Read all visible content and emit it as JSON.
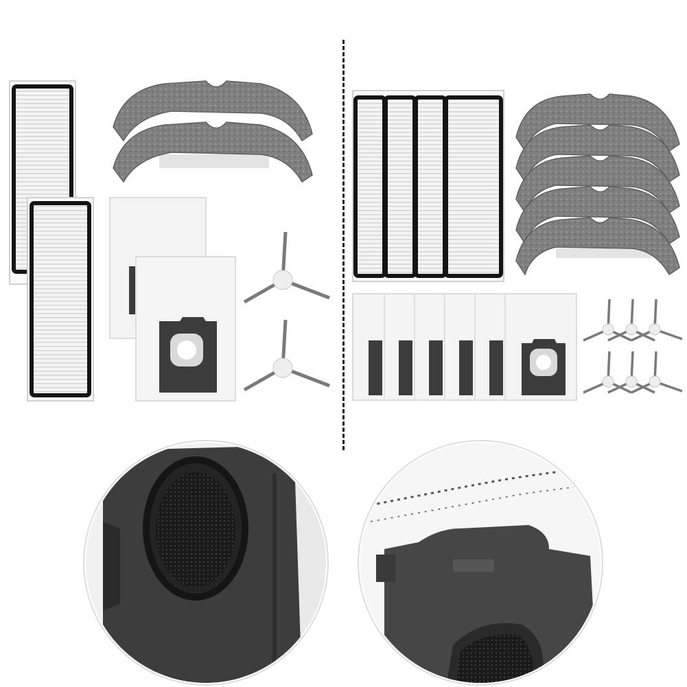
{
  "scene": {
    "description_free": true,
    "background_color": "#ffffff",
    "colors": {
      "filter_frame": "#141414",
      "filter_media": "#f2f2f2",
      "filter_pleat": "#d9d9d9",
      "filter_border": "#cfcfcf",
      "mop_pad": "#7d7d7d",
      "mop_dark": "#5f5f5f",
      "bag_paper": "#f4f4f4",
      "bag_plate": "#3c3c3c",
      "brush_hub": "#eeeeee",
      "brush_bristle": "#7a7a7a"
    },
    "left_set": {
      "hepa_filters": 2,
      "mop_pads": 2,
      "dust_bags": 2,
      "side_brushes": 2
    },
    "right_set": {
      "hepa_filters": 4,
      "mop_pads": 5,
      "dust_bags": 6,
      "side_brushes": 6
    },
    "closeups": [
      "bag-plate-opening-closeup",
      "bag-plate-top-closeup"
    ]
  }
}
